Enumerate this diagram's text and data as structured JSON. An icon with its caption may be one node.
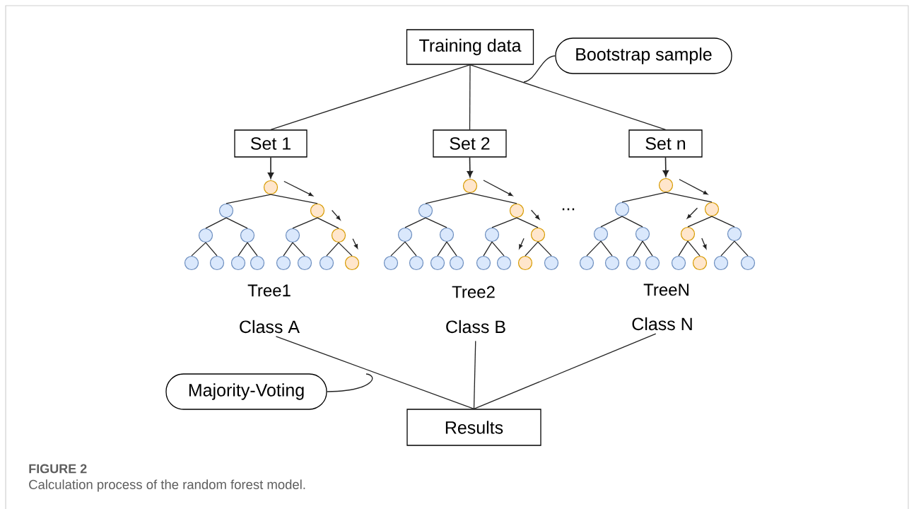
{
  "diagram": {
    "title": "FIGURE 2",
    "caption": "Calculation process of the random forest model.",
    "nodes": [
      {
        "text": [
          "Training data"
        ]
      },
      {
        "text": [
          "Bootstrap sample"
        ]
      },
      {
        "text": [
          "Set 1"
        ]
      },
      {
        "text": [
          "Set 2"
        ]
      },
      {
        "text": [
          "Set n"
        ]
      },
      {
        "text": [],
        "shape": "circle"
      },
      {
        "text": [],
        "shape": "circle"
      },
      {
        "text": [],
        "shape": "circle"
      },
      {
        "text": [],
        "shape": "circle"
      },
      {
        "text": [],
        "shape": "circle"
      },
      {
        "text": [],
        "shape": "circle"
      },
      {
        "text": [],
        "shape": "circle"
      },
      {
        "text": [],
        "shape": "circle"
      },
      {
        "text": [],
        "shape": "circle"
      },
      {
        "text": [],
        "shape": "circle"
      },
      {
        "text": [],
        "shape": "circle"
      },
      {
        "text": [],
        "shape": "circle"
      },
      {
        "text": [],
        "shape": "circle"
      },
      {
        "text": [],
        "shape": "circle"
      },
      {
        "text": [],
        "shape": "circle"
      },
      {
        "text": [],
        "shape": "circle"
      },
      {
        "text": [],
        "shape": "circle"
      },
      {
        "text": [],
        "shape": "circle"
      },
      {
        "text": [],
        "shape": "circle"
      },
      {
        "text": [],
        "shape": "circle"
      },
      {
        "text": [],
        "shape": "circle"
      },
      {
        "text": [],
        "shape": "circle"
      },
      {
        "text": [],
        "shape": "circle"
      },
      {
        "text": [],
        "shape": "circle"
      },
      {
        "text": [],
        "shape": "circle"
      },
      {
        "text": [],
        "shape": "circle"
      },
      {
        "text": [],
        "shape": "circle"
      },
      {
        "text": [],
        "shape": "circle"
      },
      {
        "text": [],
        "shape": "circle"
      },
      {
        "text": [],
        "shape": "circle"
      },
      {
        "text": [],
        "shape": "circle"
      },
      {
        "text": [],
        "shape": "circle"
      },
      {
        "text": [],
        "shape": "circle"
      },
      {
        "text": [],
        "shape": "circle"
      },
      {
        "text": [],
        "shape": "circle"
      },
      {
        "text": [],
        "shape": "circle"
      },
      {
        "text": [],
        "shape": "circle"
      },
      {
        "text": [],
        "shape": "circle"
      },
      {
        "text": [],
        "shape": "circle"
      },
      {
        "text": [],
        "shape": "circle"
      },
      {
        "text": [],
        "shape": "circle"
      },
      {
        "text": [],
        "shape": "circle"
      },
      {
        "text": [],
        "shape": "circle"
      },
      {
        "text": [],
        "shape": "circle"
      },
      {
        "text": [],
        "shape": "circle"
      },
      {
        "text": [
          "Class A"
        ]
      },
      {
        "text": [
          "Class B"
        ]
      },
      {
        "text": [
          "Class N"
        ]
      },
      {
        "text": [
          "Majority-Voting"
        ]
      },
      {
        "text": [
          "Results"
        ]
      }
    ],
    "edges": [
      {
        "from": 0,
        "to": 2,
        "arrow": "none"
      },
      {
        "from": 0,
        "to": 3,
        "arrow": "none"
      },
      {
        "from": 0,
        "to": 4,
        "arrow": "none"
      },
      {
        "from": 1,
        "to": null,
        "arrow": "none"
      },
      {
        "from": 2,
        "to": 5,
        "arrow": "to"
      },
      {
        "from": 3,
        "to": 20,
        "arrow": "to"
      },
      {
        "from": 4,
        "to": 35,
        "arrow": "to"
      },
      {
        "from": 5,
        "to": 6,
        "arrow": "none"
      },
      {
        "from": 5,
        "to": 7,
        "arrow": "none"
      },
      {
        "from": 6,
        "to": 8,
        "arrow": "none"
      },
      {
        "from": 6,
        "to": 9,
        "arrow": "none"
      },
      {
        "from": 7,
        "to": 10,
        "arrow": "none"
      },
      {
        "from": 7,
        "to": 11,
        "arrow": "none"
      },
      {
        "from": 8,
        "to": 12,
        "arrow": "none"
      },
      {
        "from": 8,
        "to": 13,
        "arrow": "none"
      },
      {
        "from": 9,
        "to": 14,
        "arrow": "none"
      },
      {
        "from": 9,
        "to": 15,
        "arrow": "none"
      },
      {
        "from": 10,
        "to": 16,
        "arrow": "none"
      },
      {
        "from": 10,
        "to": 17,
        "arrow": "none"
      },
      {
        "from": 11,
        "to": 18,
        "arrow": "none"
      },
      {
        "from": 11,
        "to": 19,
        "arrow": "none"
      },
      {
        "from": 20,
        "to": 21,
        "arrow": "none"
      },
      {
        "from": 20,
        "to": 22,
        "arrow": "none"
      },
      {
        "from": 21,
        "to": 23,
        "arrow": "none"
      },
      {
        "from": 21,
        "to": 24,
        "arrow": "none"
      },
      {
        "from": 22,
        "to": 25,
        "arrow": "none"
      },
      {
        "from": 22,
        "to": 26,
        "arrow": "none"
      },
      {
        "from": 23,
        "to": 27,
        "arrow": "none"
      },
      {
        "from": 23,
        "to": 28,
        "arrow": "none"
      },
      {
        "from": 24,
        "to": 29,
        "arrow": "none"
      },
      {
        "from": 24,
        "to": 30,
        "arrow": "none"
      },
      {
        "from": 25,
        "to": 31,
        "arrow": "none"
      },
      {
        "from": 25,
        "to": 32,
        "arrow": "none"
      },
      {
        "from": 26,
        "to": 33,
        "arrow": "none"
      },
      {
        "from": 26,
        "to": 34,
        "arrow": "none"
      },
      {
        "from": 35,
        "to": 36,
        "arrow": "none"
      },
      {
        "from": 35,
        "to": 37,
        "arrow": "none"
      },
      {
        "from": 36,
        "to": 38,
        "arrow": "none"
      },
      {
        "from": 36,
        "to": 39,
        "arrow": "none"
      },
      {
        "from": 37,
        "to": 40,
        "arrow": "none"
      },
      {
        "from": 37,
        "to": 41,
        "arrow": "none"
      },
      {
        "from": 38,
        "to": 42,
        "arrow": "none"
      },
      {
        "from": 38,
        "to": 43,
        "arrow": "none"
      },
      {
        "from": 39,
        "to": 44,
        "arrow": "none"
      },
      {
        "from": 39,
        "to": 45,
        "arrow": "none"
      },
      {
        "from": 40,
        "to": 46,
        "arrow": "none"
      },
      {
        "from": 40,
        "to": 47,
        "arrow": "none"
      },
      {
        "from": 41,
        "to": 48,
        "arrow": "none"
      },
      {
        "from": 41,
        "to": 49,
        "arrow": "none"
      },
      {
        "from": 50,
        "to": 54,
        "arrow": "none"
      },
      {
        "from": 51,
        "to": 54,
        "arrow": "none"
      },
      {
        "from": 52,
        "to": 54,
        "arrow": "none"
      },
      {
        "from": 53,
        "to": null,
        "arrow": "none"
      }
    ],
    "labels": [
      "...",
      "Tree1",
      "Tree2",
      "TreeN"
    ]
  }
}
